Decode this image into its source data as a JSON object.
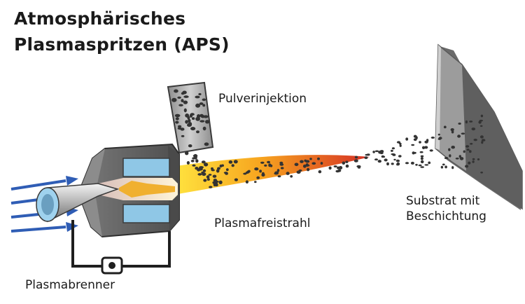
{
  "title": {
    "line1": "Atmosphärisches",
    "line2": "Plasmaspritzen (APS)"
  },
  "labels": {
    "powder_injection": "Pulverinjektion",
    "plasma_jet": "Plasmafreistrahl",
    "substrate_line1": "Substrat mit",
    "substrate_line2": "Beschichtung",
    "plasma_torch": "Plasmabrenner"
  },
  "colors": {
    "gas_arrows": "#2f5db5",
    "torch_body": "#5a5a5a",
    "torch_windows": "#8fc7e6",
    "jet_start": "#ffe640",
    "jet_mid": "#f5a020",
    "jet_end": "#d83226",
    "particles": "#333333",
    "substrate": "#9a9a9a",
    "coating": "#5e5e5e"
  },
  "icons": {
    "gas_flow": "arrow-right-icon",
    "circuit": "power-circuit-icon"
  }
}
